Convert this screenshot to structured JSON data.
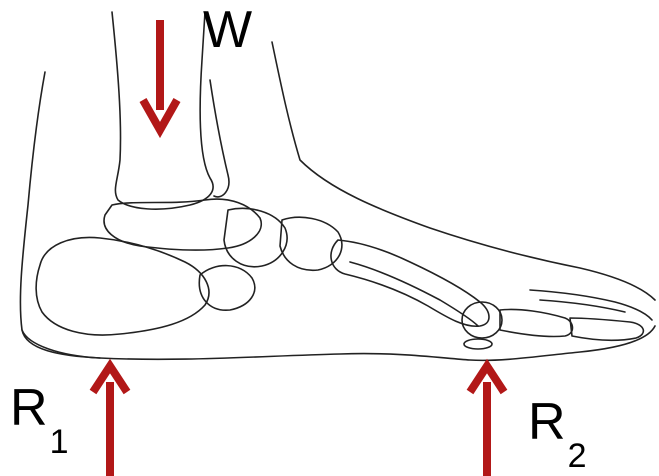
{
  "labels": {
    "weight": "W",
    "reaction_heel": {
      "base": "R",
      "subscript": "1"
    },
    "reaction_ball": {
      "base": "R",
      "subscript": "2"
    }
  },
  "colors": {
    "arrow": "#b21818",
    "line": "#222222",
    "background": "#ffffff"
  },
  "forces": [
    {
      "name": "W",
      "direction": "down"
    },
    {
      "name": "R1",
      "direction": "up"
    },
    {
      "name": "R2",
      "direction": "up"
    }
  ]
}
